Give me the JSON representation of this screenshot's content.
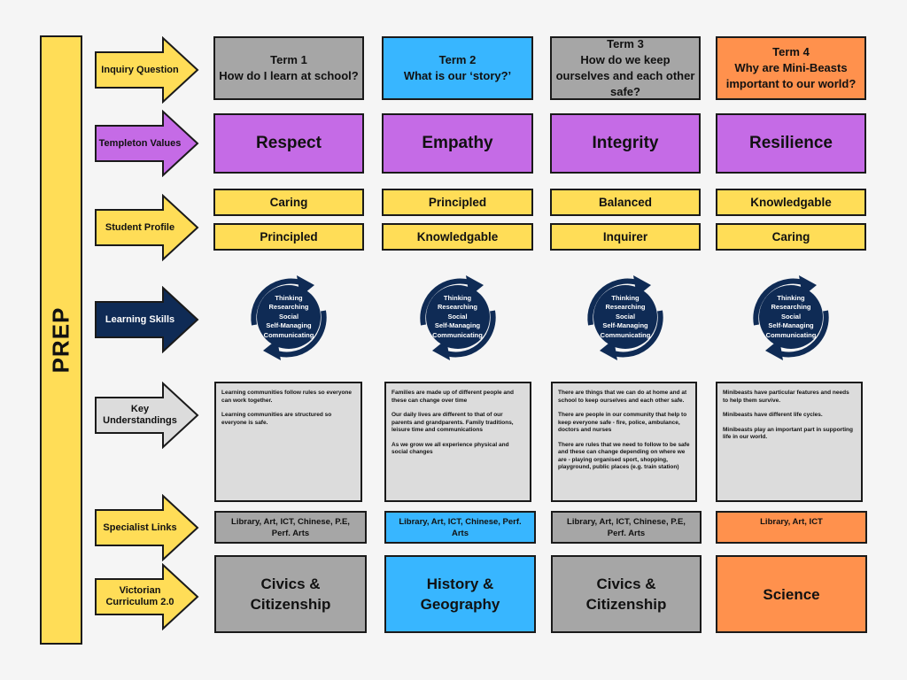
{
  "side_label": "PREP",
  "rows": {
    "inquiry": "Inquiry Question",
    "values": "Templeton Values",
    "profile": "Student Profile",
    "skills": "Learning Skills",
    "understandings": "Key Understandings",
    "specialist": "Specialist Links",
    "curriculum": "Victorian Curriculum 2.0"
  },
  "colors": {
    "yellow": "#ffdd57",
    "purple": "#c56be6",
    "navy": "#0f2b55",
    "grey": "#a6a6a6",
    "blue": "#38b6ff",
    "orange": "#ff914d",
    "light_grey": "#dcdcdc"
  },
  "terms": [
    {
      "term": "Term 1",
      "question": "How do I learn at school?",
      "value": "Respect",
      "profile": [
        "Caring",
        "Principled"
      ],
      "understandings": [
        "Learning communities follow rules so everyone can work together.",
        "Learning communities are structured so everyone is safe."
      ],
      "specialist": "Library, Art, ICT, Chinese, P.E, Perf. Arts",
      "curriculum": "Civics & Citizenship"
    },
    {
      "term": "Term 2",
      "question": "What is our ‘story?’",
      "value": "Empathy",
      "profile": [
        "Principled",
        "Knowledgable"
      ],
      "understandings": [
        "Families are made up of different people and these can change over time",
        "Our daily lives are different to that of our parents and grandparents. Family traditions, leisure time and communications",
        "As we grow we all experience physical and social changes"
      ],
      "specialist": "Library, Art, ICT, Chinese, Perf. Arts",
      "curriculum": "History & Geography"
    },
    {
      "term": "Term 3",
      "question": "How do we keep ourselves and each other safe?",
      "value": "Integrity",
      "profile": [
        "Balanced",
        "Inquirer"
      ],
      "understandings": [
        "There are things that we can do at home and at school to keep ourselves and each other safe.",
        "There are people in our community that help to keep everyone safe - fire, police, ambulance, doctors and nurses",
        "There are rules that we need to follow to be safe and these can change depending on where we are - playing organised sport, shopping, playground, public places (e.g. train station)"
      ],
      "specialist": "Library, Art, ICT, Chinese, P.E, Perf. Arts",
      "curriculum": "Civics & Citizenship"
    },
    {
      "term": "Term 4",
      "question": "Why are Mini-Beasts important to our world?",
      "value": "Resilience",
      "profile": [
        "Knowledgable",
        "Caring"
      ],
      "understandings": [
        "Minibeasts have particular features and needs to help them survive.",
        "Minibeasts have different life cycles.",
        "Minibeasts play an important part in supporting life in our world."
      ],
      "specialist": "Library, Art, ICT",
      "curriculum": "Science"
    }
  ],
  "learning_skills": [
    "Thinking",
    "Researching",
    "Social",
    "Self-Managing",
    "Communicating"
  ]
}
